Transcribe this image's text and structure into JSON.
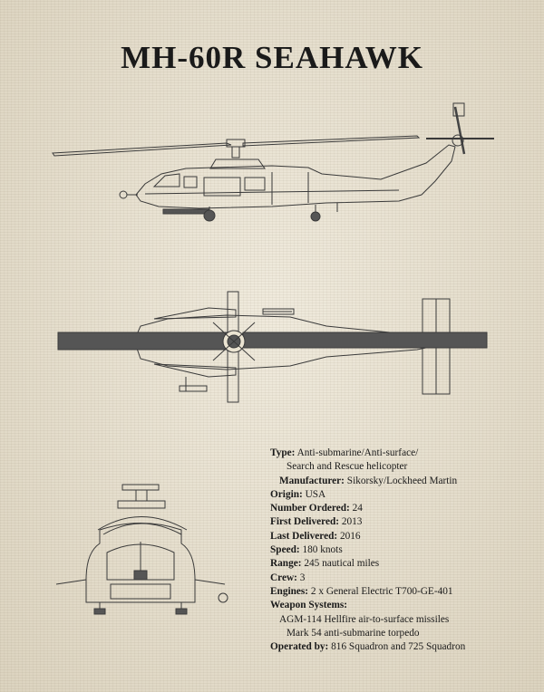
{
  "title": "MH-60R SEAHAWK",
  "specs": {
    "type_label": "Type:",
    "type_value": "Anti-submarine/Anti-surface/",
    "type_value_cont": "Search and Rescue helicopter",
    "manufacturer_label": "Manufacturer:",
    "manufacturer_value": "Sikorsky/Lockheed Martin",
    "origin_label": "Origin:",
    "origin_value": "USA",
    "ordered_label": "Number Ordered:",
    "ordered_value": "24",
    "first_label": "First Delivered:",
    "first_value": "2013",
    "last_label": "Last Delivered:",
    "last_value": "2016",
    "speed_label": "Speed:",
    "speed_value": "180 knots",
    "range_label": "Range:",
    "range_value": "245 nautical miles",
    "crew_label": "Crew:",
    "crew_value": "3",
    "engines_label": "Engines:",
    "engines_value": "2 x General Electric T700-GE-401",
    "weapons_label": "Weapon Systems:",
    "weapons": [
      "AGM-114 Hellfire air-to-surface missiles",
      "Mark 54 anti-submarine torpedo"
    ],
    "operated_label": "Operated by:",
    "operated_value": "816 Squadron and 725 Squadron"
  },
  "colors": {
    "background": "#ebe4d2",
    "ink": "#1a1a1a",
    "line": "#3a3a3a",
    "rotor_fill": "#555555"
  }
}
